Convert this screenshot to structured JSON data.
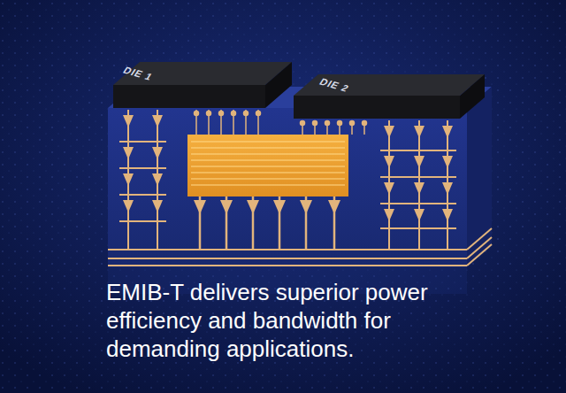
{
  "diagram": {
    "caption": "EMIB-T delivers superior power efficiency and bandwidth for demanding applications.",
    "nodes": [
      {
        "text": [
          "DIE 1"
        ]
      },
      {
        "text": [
          "DIE 2"
        ]
      }
    ]
  }
}
